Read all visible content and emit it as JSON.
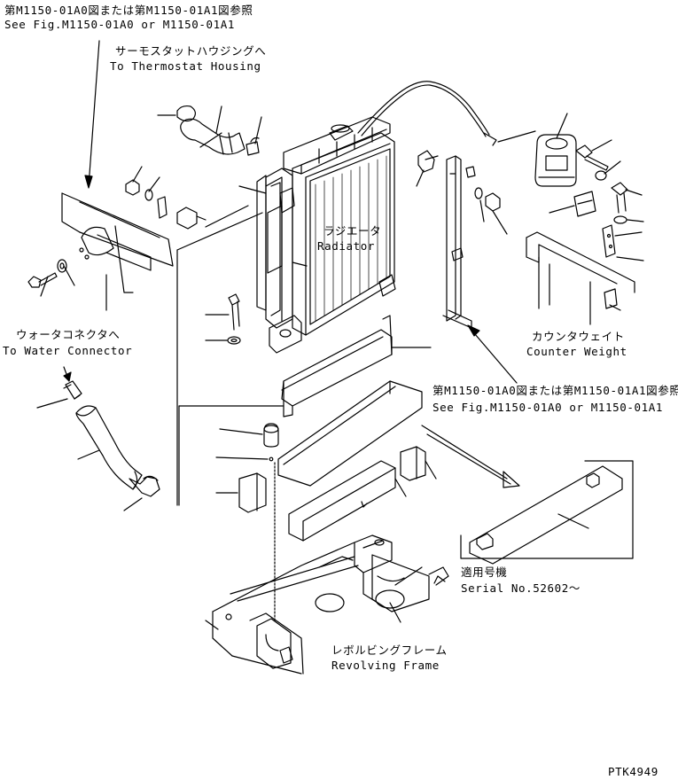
{
  "labels": {
    "ref_top_jp": "第M1150-01A0図または第M1150-01A1図参照",
    "ref_top_en": "See Fig.M1150-01A0 or M1150-01A1",
    "thermostat_jp": "サーモスタットハウジングへ",
    "thermostat_en": "To Thermostat Housing",
    "radiator_jp": "ラジエータ",
    "radiator_en": "Radiator",
    "water_jp": "ウォータコネクタへ",
    "water_en": "To Water Connector",
    "counter_jp": "カウンタウェイト",
    "counter_en": "Counter Weight",
    "ref_mid_jp": "第M1150-01A0図または第M1150-01A1図参照",
    "ref_mid_en": "See Fig.M1150-01A0 or M1150-01A1",
    "serial_jp": "適用号機",
    "serial_en": "Serial No.52602～",
    "frame_jp": "レボルビングフレーム",
    "frame_en": "Revolving Frame",
    "drawing_no": "PTK4949"
  }
}
